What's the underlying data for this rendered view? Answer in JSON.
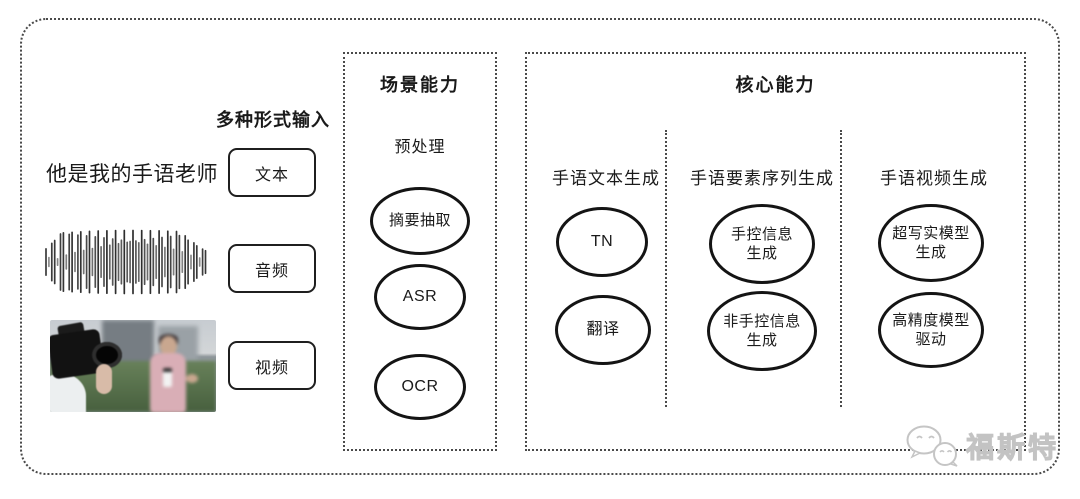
{
  "input_section": {
    "label": "多种形式输入",
    "text_example": "他是我的手语老师",
    "text_button": "文本",
    "audio_button": "音频",
    "video_button": "视频"
  },
  "scene_box": {
    "title": "场景能力",
    "subtitle": "预处理",
    "nodes": [
      "摘要抽取",
      "ASR",
      "OCR"
    ]
  },
  "core_box": {
    "title": "核心能力",
    "columns": [
      {
        "header": "手语文本生成",
        "nodes": [
          "TN",
          "翻译"
        ]
      },
      {
        "header": "手语要素序列生成",
        "nodes": [
          "手控信息\n生成",
          "非手控信息\n生成"
        ]
      },
      {
        "header": "手语视频生成",
        "nodes": [
          "超写实模型\n生成",
          "高精度模型\n驱动"
        ]
      }
    ]
  },
  "watermark": {
    "text": "福斯特",
    "icon": "wechat-icon"
  },
  "colors": {
    "line": "#1a1a1a",
    "dotted_border": "#4a4a4a",
    "watermark": "#cccccc"
  }
}
